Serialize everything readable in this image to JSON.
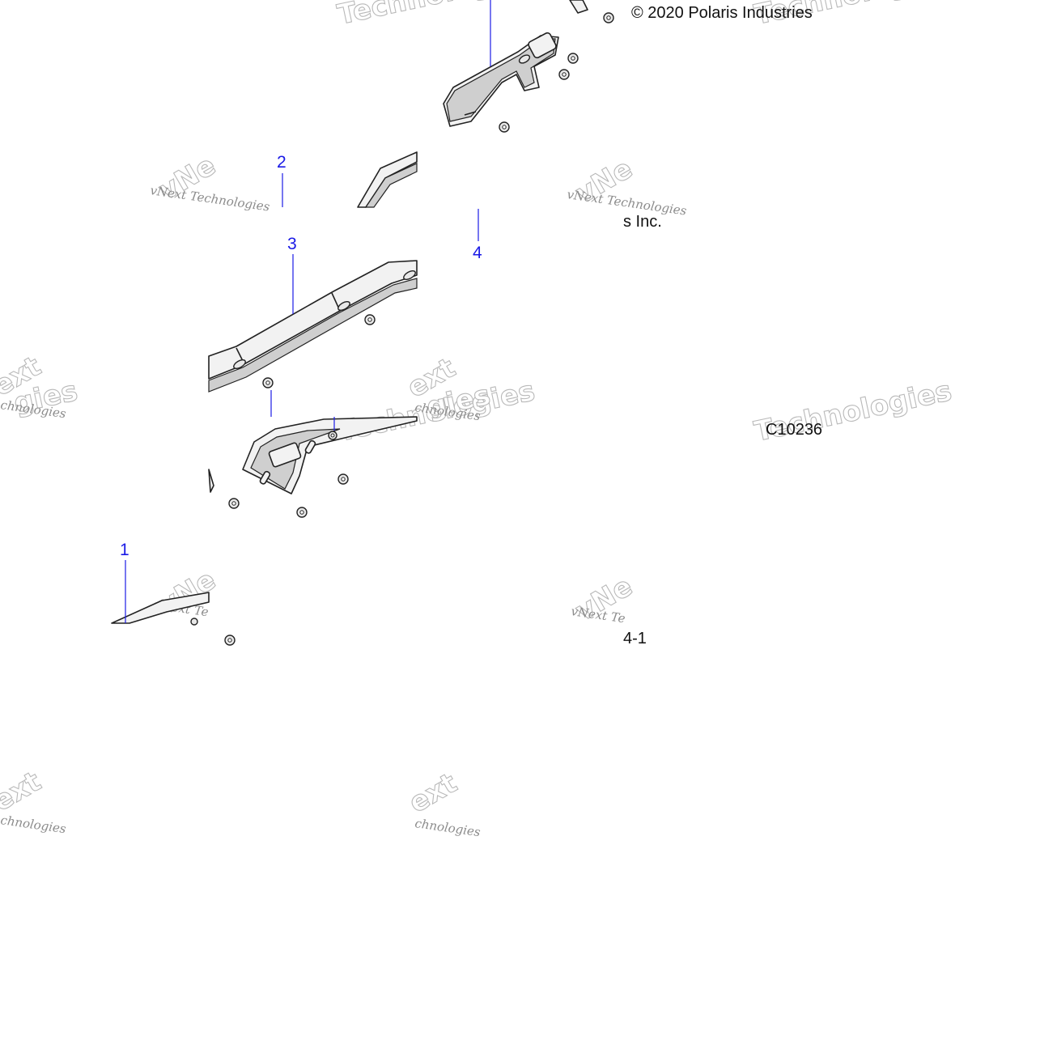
{
  "copyright": "© 2020 Polaris Industries",
  "copyright_tail": "s Inc.",
  "diagram_code": "C10236",
  "page_ref": "4-1",
  "callouts": [
    "1",
    "2",
    "3",
    "4"
  ],
  "watermark": {
    "brand_line": "vNext Technologies",
    "brand_short": "vNext Te",
    "big_word": "Technologies",
    "big_prefix": "vNe",
    "fragment_ext": "ext",
    "fragment_gies": "gies",
    "fragment_chno": "chnologies"
  },
  "icons": {
    "part_shapes": "exploded-part-drawing",
    "fasteners": "hex-nut-icon"
  }
}
